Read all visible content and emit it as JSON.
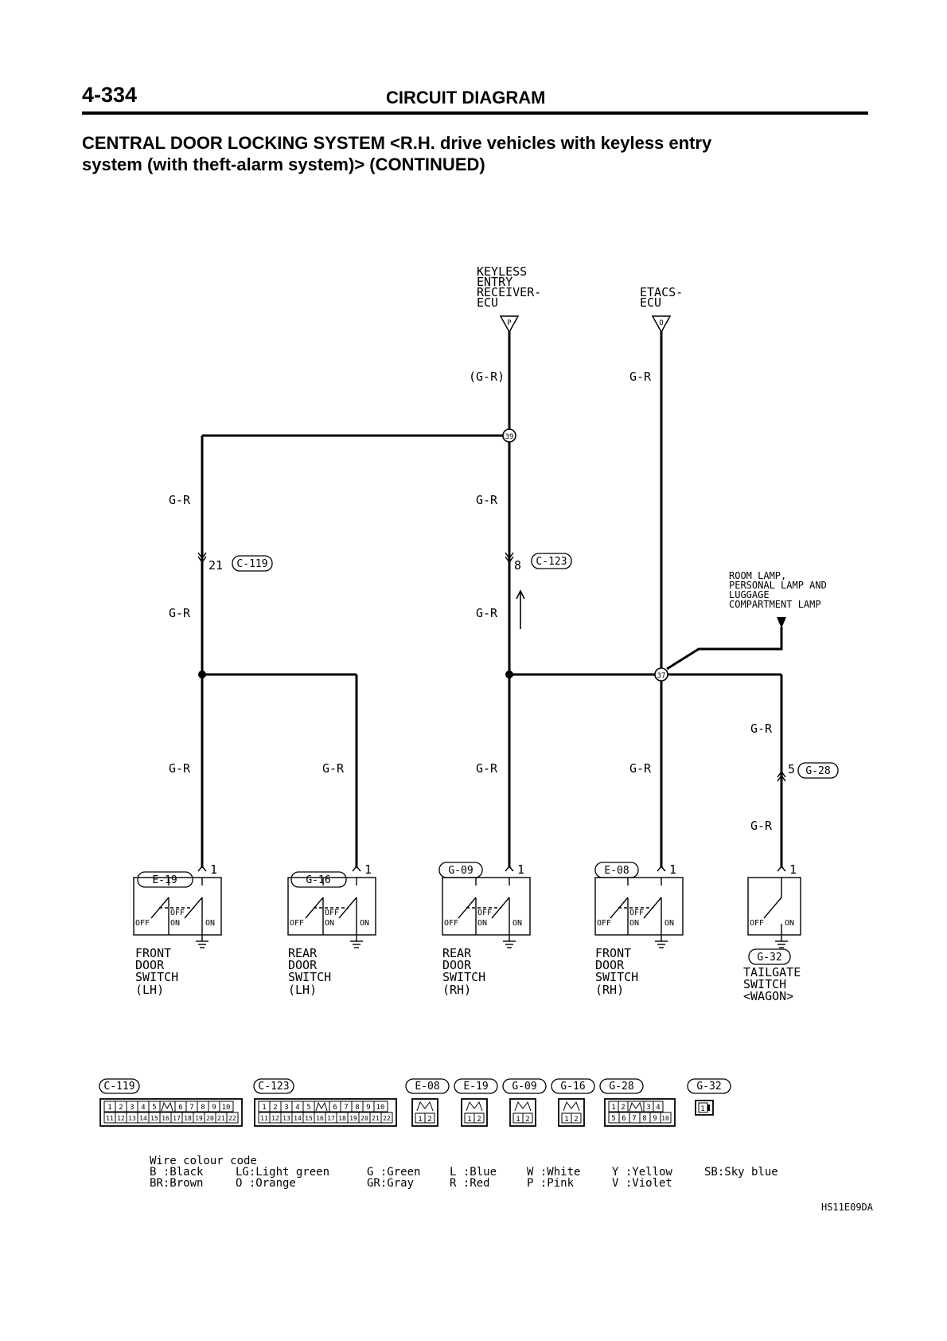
{
  "header": {
    "page_number": "4-334",
    "section": "CIRCUIT DIAGRAM",
    "title_line1": "CENTRAL DOOR LOCKING SYSTEM <R.H. drive vehicles with keyless entry",
    "title_line2": "system (with theft-alarm system)> (CONTINUED)"
  },
  "sources": {
    "keyless": [
      "KEYLESS",
      "ENTRY",
      "RECEIVER-",
      "ECU"
    ],
    "keyless_terminal": "P",
    "etacs": [
      "ETACS-",
      "ECU"
    ],
    "etacs_terminal": "O"
  },
  "wires": {
    "gr_paren": "(G-R)",
    "gr": "G-R"
  },
  "junctions": {
    "j39": "39",
    "j37": "37"
  },
  "connectors": {
    "c119_pin": "21",
    "c119": "C-119",
    "c123_pin": "8",
    "c123": "C-123",
    "g28_pin": "5",
    "g28": "G-28",
    "e19": "E-19",
    "g16": "G-16",
    "g09": "G-09",
    "e08": "E-08",
    "g32": "G-32",
    "pin1": "1"
  },
  "room_lamp": [
    "ROOM LAMP,",
    "PERSONAL LAMP AND",
    "LUGGAGE",
    "COMPARTMENT LAMP"
  ],
  "switch_states": {
    "off": "OFF",
    "on": "ON"
  },
  "switches": {
    "front_lh": [
      "FRONT",
      "DOOR",
      "SWITCH",
      "(LH)"
    ],
    "rear_lh": [
      "REAR",
      "DOOR",
      "SWITCH",
      "(LH)"
    ],
    "rear_rh": [
      "REAR",
      "DOOR",
      "SWITCH",
      "(RH)"
    ],
    "front_rh": [
      "FRONT",
      "DOOR",
      "SWITCH",
      "(RH)"
    ],
    "tailgate": [
      "TAILGATE",
      "SWITCH",
      "<WAGON>"
    ]
  },
  "connector_faces": {
    "c119": "C-119",
    "c123": "C-123",
    "e08": "E-08",
    "e19": "E-19",
    "g09": "G-09",
    "g16": "G-16",
    "g28": "G-28",
    "g32": "G-32",
    "top_10": [
      "1",
      "2",
      "3",
      "4",
      "5",
      "6",
      "7",
      "8",
      "9",
      "10"
    ],
    "bottom_22": [
      "11",
      "12",
      "13",
      "14",
      "15",
      "16",
      "17",
      "18",
      "19",
      "20",
      "21",
      "22"
    ],
    "two_pin": [
      "1",
      "2"
    ],
    "g28_top": [
      "1",
      "2",
      "3",
      "4"
    ],
    "g28_bottom": [
      "5",
      "6",
      "7",
      "8",
      "9",
      "10"
    ],
    "one_pin": "1"
  },
  "wire_colour_code": {
    "title": "Wire colour code",
    "row1": [
      "B :Black",
      "LG:Light green",
      "G :Green",
      "L :Blue",
      "W :White",
      "Y :Yellow",
      "SB:Sky blue"
    ],
    "row2": [
      "BR:Brown",
      "O :Orange",
      "GR:Gray",
      "R :Red",
      "P :Pink",
      "V :Violet"
    ]
  },
  "figure_code": "HS11E09DA"
}
